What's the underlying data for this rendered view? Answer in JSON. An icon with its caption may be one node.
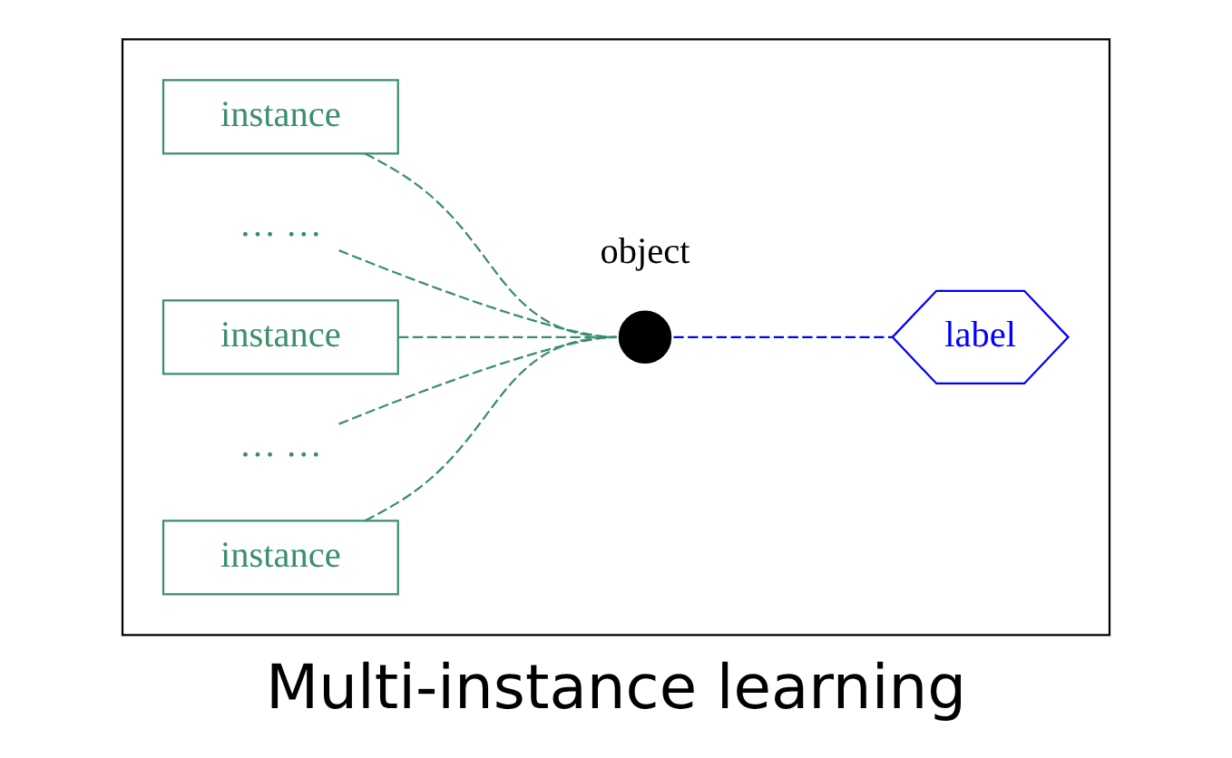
{
  "diagram": {
    "caption": "Multi-instance learning",
    "nodes": [
      {
        "text": [],
        "shape": "box"
      },
      {
        "text": [
          "instance"
        ],
        "in": 0
      },
      {
        "text": [
          "… …"
        ],
        "in": 0
      },
      {
        "text": [
          "instance"
        ],
        "in": 0
      },
      {
        "text": [
          "… …"
        ],
        "in": 0
      },
      {
        "text": [
          "instance"
        ],
        "in": 0
      },
      {
        "text": [],
        "shape": "circle",
        "beside": [
          "object"
        ],
        "in": 0
      },
      {
        "text": [
          "label"
        ],
        "in": 0
      }
    ],
    "edges": [
      {
        "from": 1,
        "to": 6,
        "arrow": "none",
        "style": "dashed"
      },
      {
        "from": 2,
        "to": 6,
        "arrow": "none",
        "style": "dashed"
      },
      {
        "from": 3,
        "to": 6,
        "arrow": "none",
        "style": "dashed"
      },
      {
        "from": 4,
        "to": 6,
        "arrow": "none",
        "style": "dashed"
      },
      {
        "from": 5,
        "to": 6,
        "arrow": "none",
        "style": "dashed"
      },
      {
        "from": 6,
        "to": 7,
        "arrow": "none",
        "style": "dashed",
        "color": "#0000ff"
      }
    ]
  }
}
